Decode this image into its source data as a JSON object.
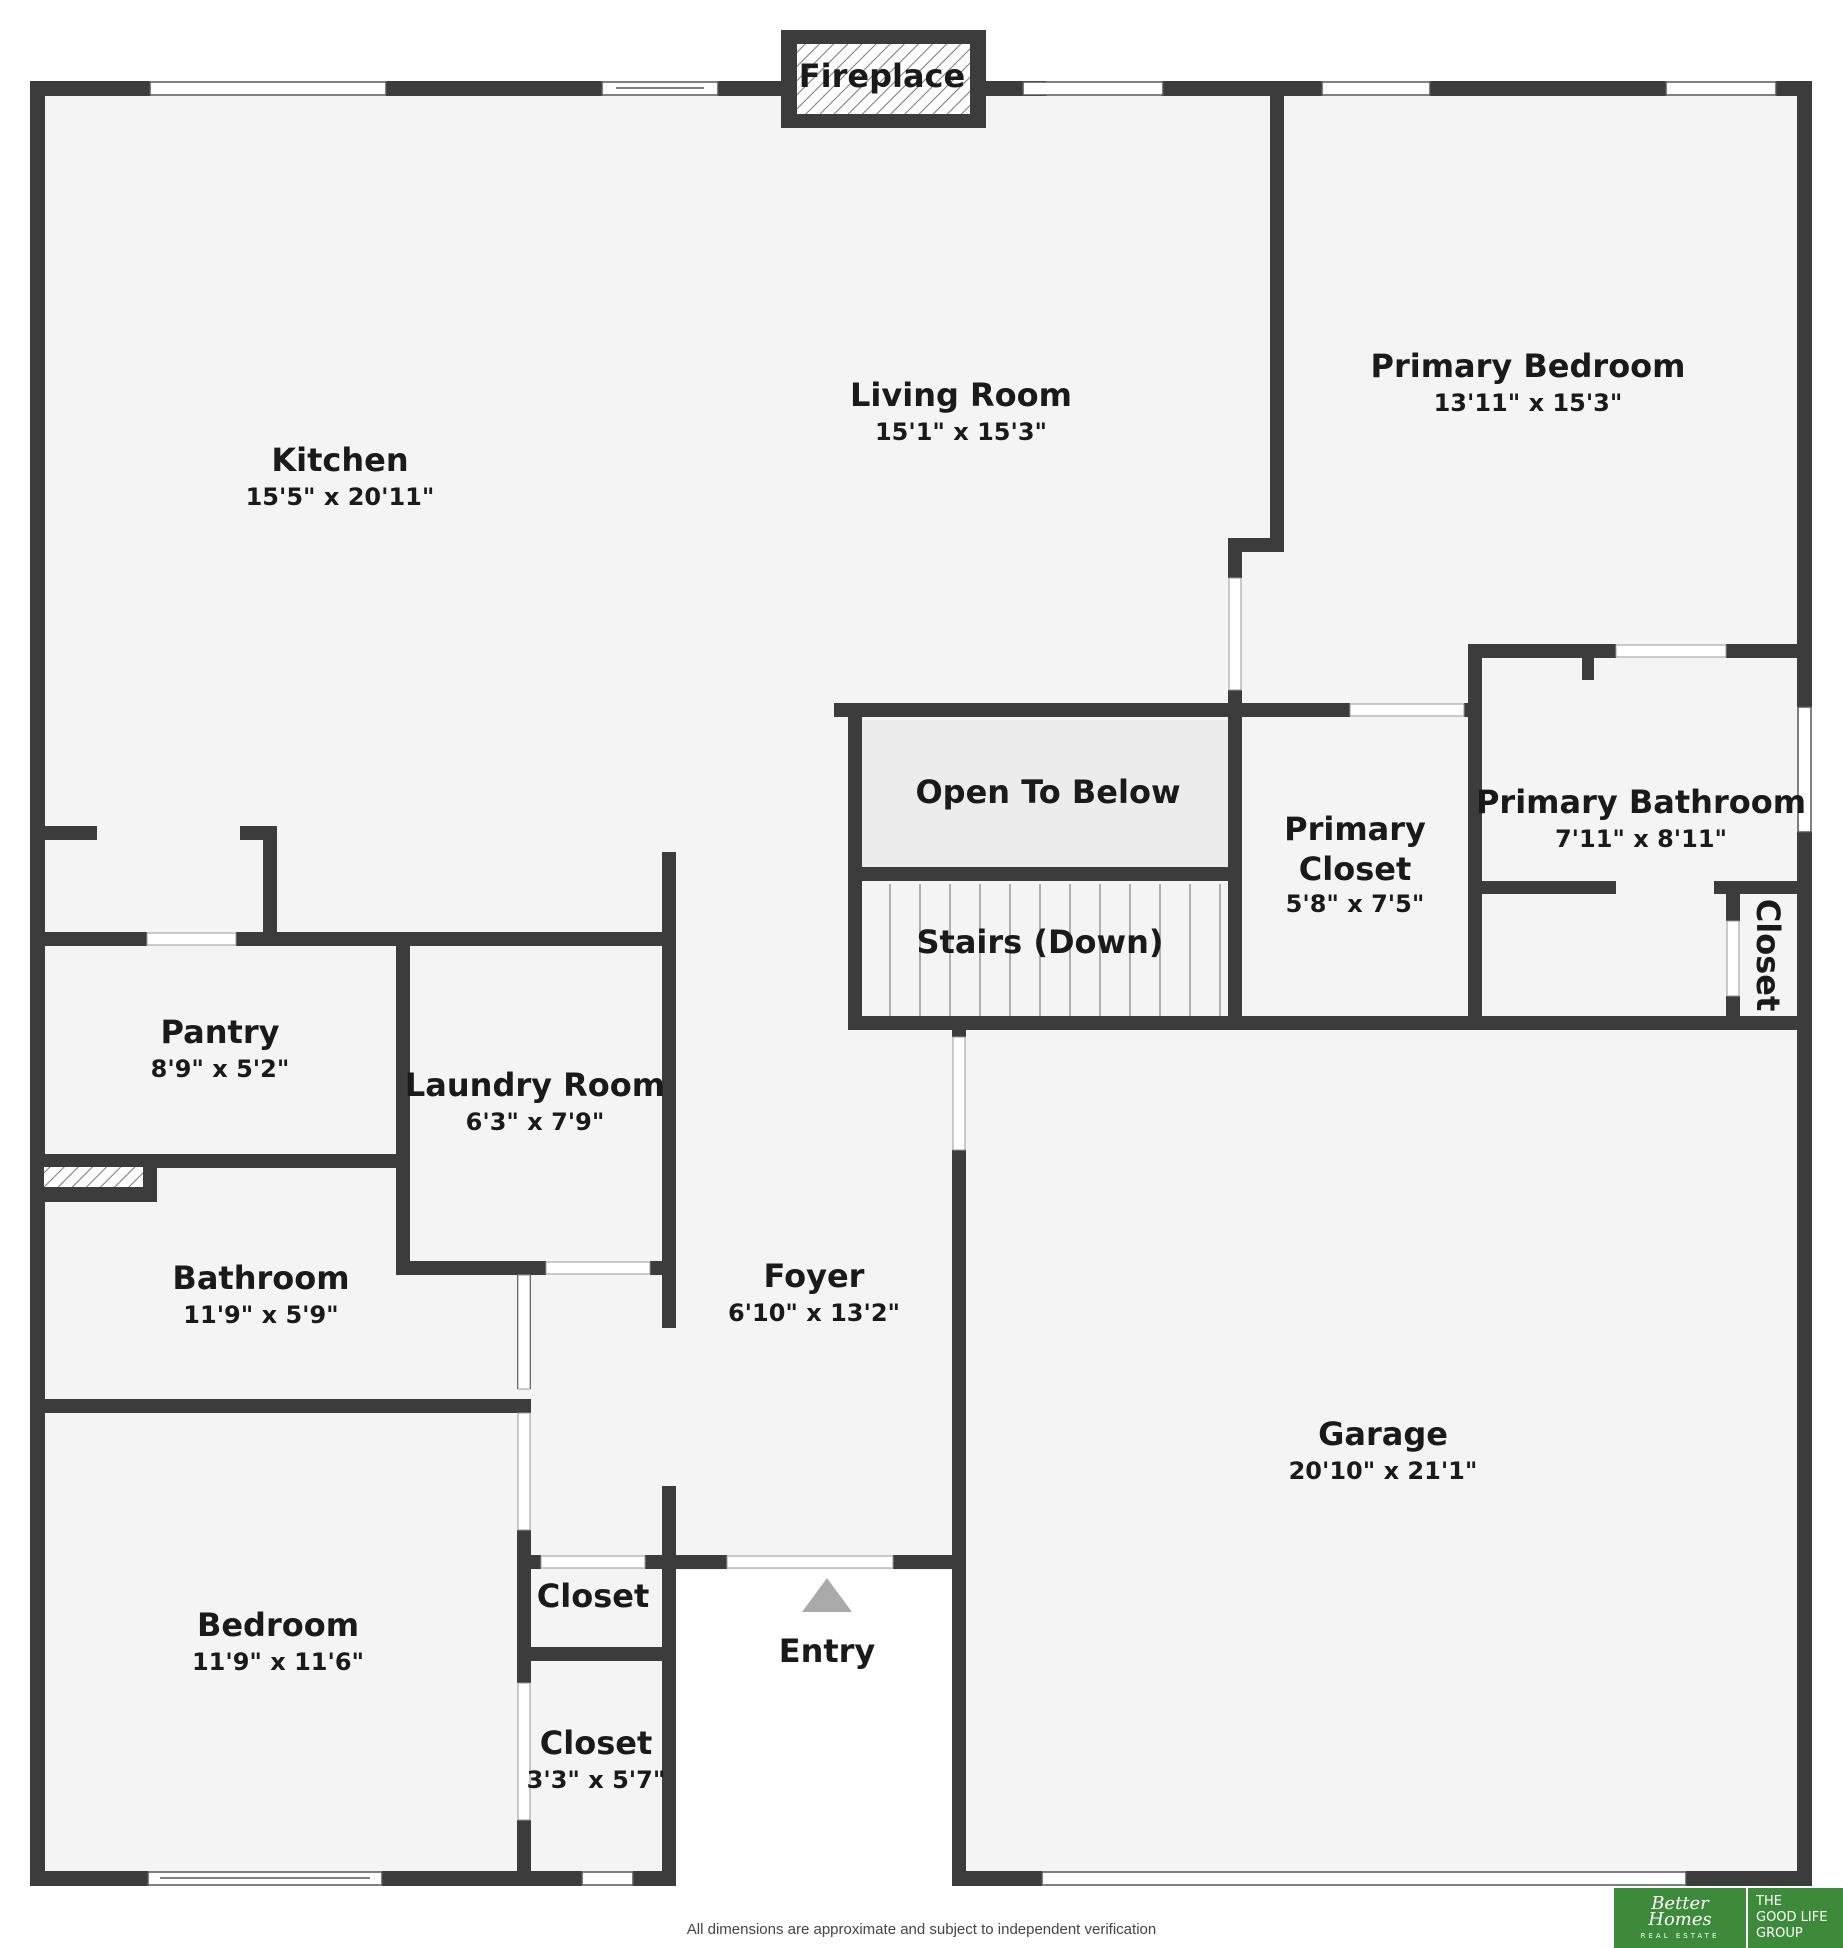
{
  "rooms": {
    "kitchen": {
      "name": "Kitchen",
      "dims": "15'5\" x 20'11\""
    },
    "living_room": {
      "name": "Living Room",
      "dims": "15'1\" x 15'3\""
    },
    "primary_bedroom": {
      "name": "Primary Bedroom",
      "dims": "13'11\" x 15'3\""
    },
    "fireplace": {
      "name": "Fireplace"
    },
    "open_to_below": {
      "name": "Open To Below"
    },
    "stairs": {
      "name": "Stairs (Down)"
    },
    "primary_closet": {
      "name_line1": "Primary",
      "name_line2": "Closet",
      "dims": "5'8\" x 7'5\""
    },
    "primary_bathroom": {
      "name": "Primary Bathroom",
      "dims": "7'11\" x 8'11\""
    },
    "side_closet": {
      "name": "Closet"
    },
    "pantry": {
      "name": "Pantry",
      "dims": "8'9\" x 5'2\""
    },
    "laundry_room": {
      "name": "Laundry Room",
      "dims": "6'3\" x 7'9\""
    },
    "bathroom": {
      "name": "Bathroom",
      "dims": "11'9\" x 5'9\""
    },
    "foyer": {
      "name": "Foyer",
      "dims": "6'10\" x 13'2\""
    },
    "garage": {
      "name": "Garage",
      "dims": "20'10\" x 21'1\""
    },
    "bedroom": {
      "name": "Bedroom",
      "dims": "11'9\" x 11'6\""
    },
    "closet_small": {
      "name": "Closet"
    },
    "closet_lower": {
      "name": "Closet",
      "dims": "3'3\" x 5'7\""
    },
    "entry": {
      "name": "Entry"
    }
  },
  "disclaimer": "All dimensions are approximate and subject to independent verification",
  "logo": {
    "brand_line1": "Better",
    "brand_line2": "Homes",
    "brand_sub": "REAL ESTATE",
    "group_line1": "THE",
    "group_line2": "GOOD LIFE",
    "group_line3": "GROUP"
  },
  "colors": {
    "wall": "#3c3c3c",
    "floor": "#f4f4f4",
    "open_below": "#ececec",
    "brand_green": "#3d8a3b"
  }
}
